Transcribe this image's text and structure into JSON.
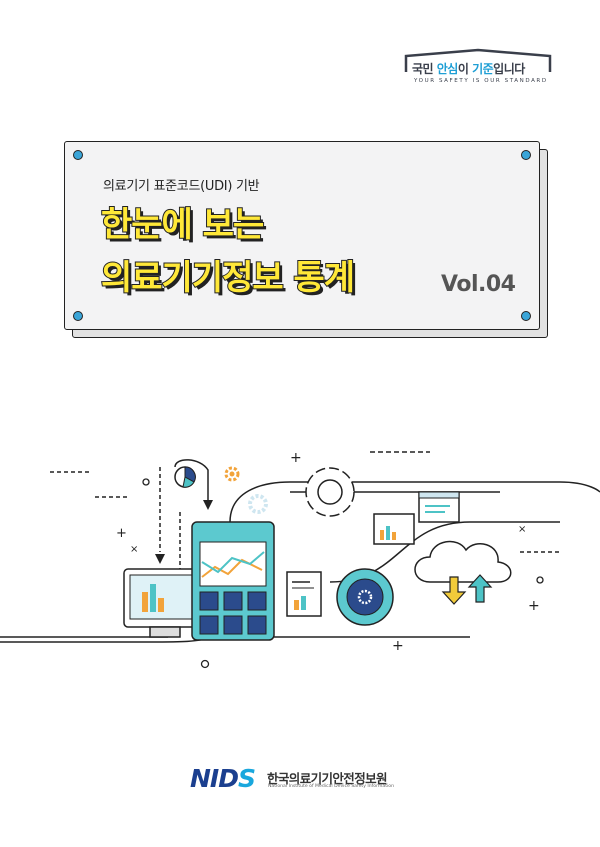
{
  "slogan": {
    "part1": "국민 ",
    "part2": "안심",
    "part3": "이 ",
    "part4": "기준",
    "part5": "입니다",
    "sub": "YOUR SAFETY IS OUR STANDARD"
  },
  "cover": {
    "subtitle": "의료기기 표준코드(UDI) 기반",
    "title_line1": "한눈에 보는",
    "title_line2": "의료기기정보 통계",
    "volume": "Vol.04"
  },
  "footer": {
    "logo_part1": "NID",
    "logo_part2": "S",
    "org_name": "한국의료기기안전정보원",
    "org_name_en": "National Institute of Medical Device Safety Information"
  },
  "colors": {
    "accent_blue": "#1f9fd5",
    "title_yellow": "#ffe838",
    "navy": "#1b3f8f",
    "teal": "#4dc3c6",
    "orange": "#f2a33a"
  }
}
